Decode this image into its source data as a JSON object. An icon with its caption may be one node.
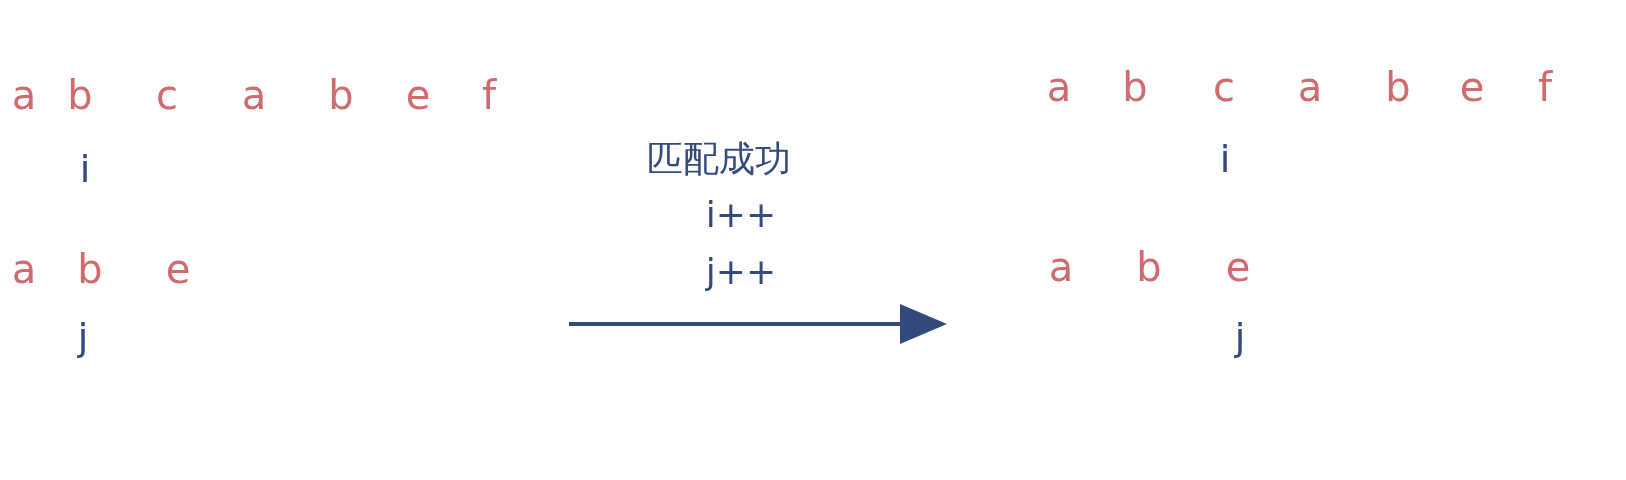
{
  "diagram": {
    "labels": [
      "a",
      "b",
      "c",
      "a",
      "b",
      "e",
      "f",
      "i",
      "a",
      "b",
      "e",
      "j",
      "匹配成功",
      "i++",
      "j++",
      "a",
      "b",
      "c",
      "a",
      "b",
      "e",
      "f",
      "i",
      "a",
      "b",
      "e",
      "j"
    ]
  }
}
